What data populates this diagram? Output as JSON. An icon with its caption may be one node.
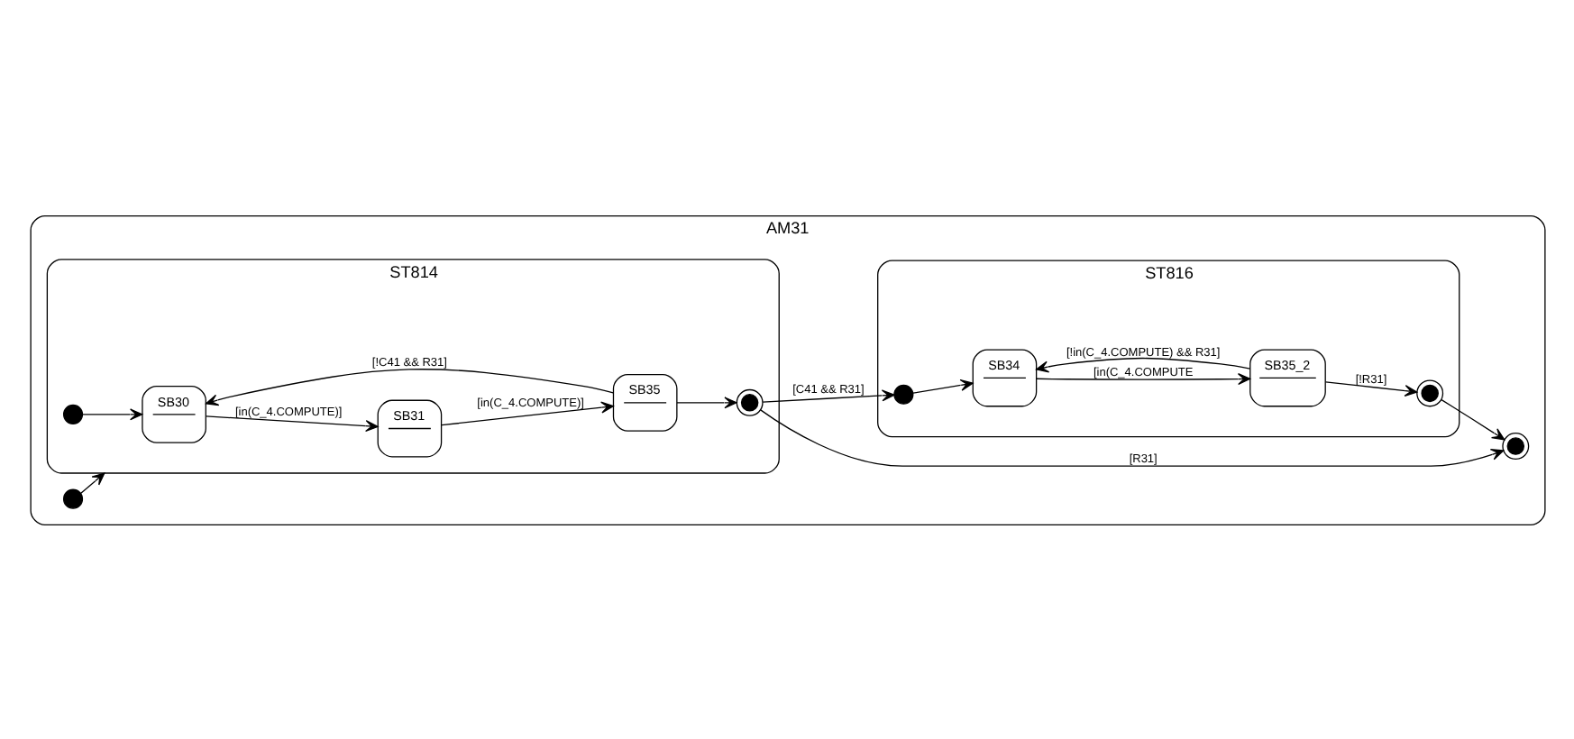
{
  "diagram": {
    "nodes": [
      {
        "text": [
          "AM31"
        ]
      },
      {
        "text": [],
        "shape": "circle",
        "in": 0
      },
      {
        "text": [
          "ST814"
        ],
        "in": 0
      },
      {
        "text": [
          "SB30"
        ],
        "in": 2
      },
      {
        "text": [],
        "shape": "circle",
        "in": 2
      },
      {
        "text": [
          "SB31"
        ],
        "in": 2
      },
      {
        "text": [
          "SB35"
        ],
        "in": 2
      },
      {
        "text": [],
        "shape": "bullseye",
        "in": 2
      },
      {
        "text": [],
        "shape": "bullseye",
        "in": 0
      },
      {
        "text": [
          "ST816"
        ],
        "in": 0
      },
      {
        "text": [],
        "shape": "circle",
        "in": 9
      },
      {
        "text": [
          "SB34"
        ],
        "in": 9
      },
      {
        "text": [
          "SB35_2"
        ],
        "in": 9
      },
      {
        "text": [],
        "shape": "bullseye",
        "in": 9
      }
    ],
    "edges": [
      {
        "from": 1,
        "to": 2,
        "arrow": "to"
      },
      {
        "from": 4,
        "to": 3,
        "arrow": "to"
      },
      {
        "from": 3,
        "to": 5,
        "arrow": "to",
        "label": "[in(C_4.COMPUTE)]"
      },
      {
        "from": 5,
        "to": 6,
        "arrow": "to",
        "label": "[in(C_4.COMPUTE)]"
      },
      {
        "from": 6,
        "to": 3,
        "arrow": "to",
        "label": "[!C41 && R31]"
      },
      {
        "from": 6,
        "to": 7,
        "arrow": "to"
      },
      {
        "from": 7,
        "to": 10,
        "arrow": "to",
        "label": "[C41 && R31]"
      },
      {
        "from": 7,
        "to": 8,
        "arrow": "to",
        "label": "[R31]"
      },
      {
        "from": 10,
        "to": 11,
        "arrow": "to"
      },
      {
        "from": 11,
        "to": 12,
        "arrow": "to",
        "label": "[in(C_4.COMPUTE"
      },
      {
        "from": 12,
        "to": 11,
        "arrow": "to",
        "label": "[!in(C_4.COMPUTE) && R31]"
      },
      {
        "from": 12,
        "to": 13,
        "arrow": "to",
        "label": "[!R31]"
      },
      {
        "from": 13,
        "to": 8,
        "arrow": "to"
      }
    ]
  }
}
